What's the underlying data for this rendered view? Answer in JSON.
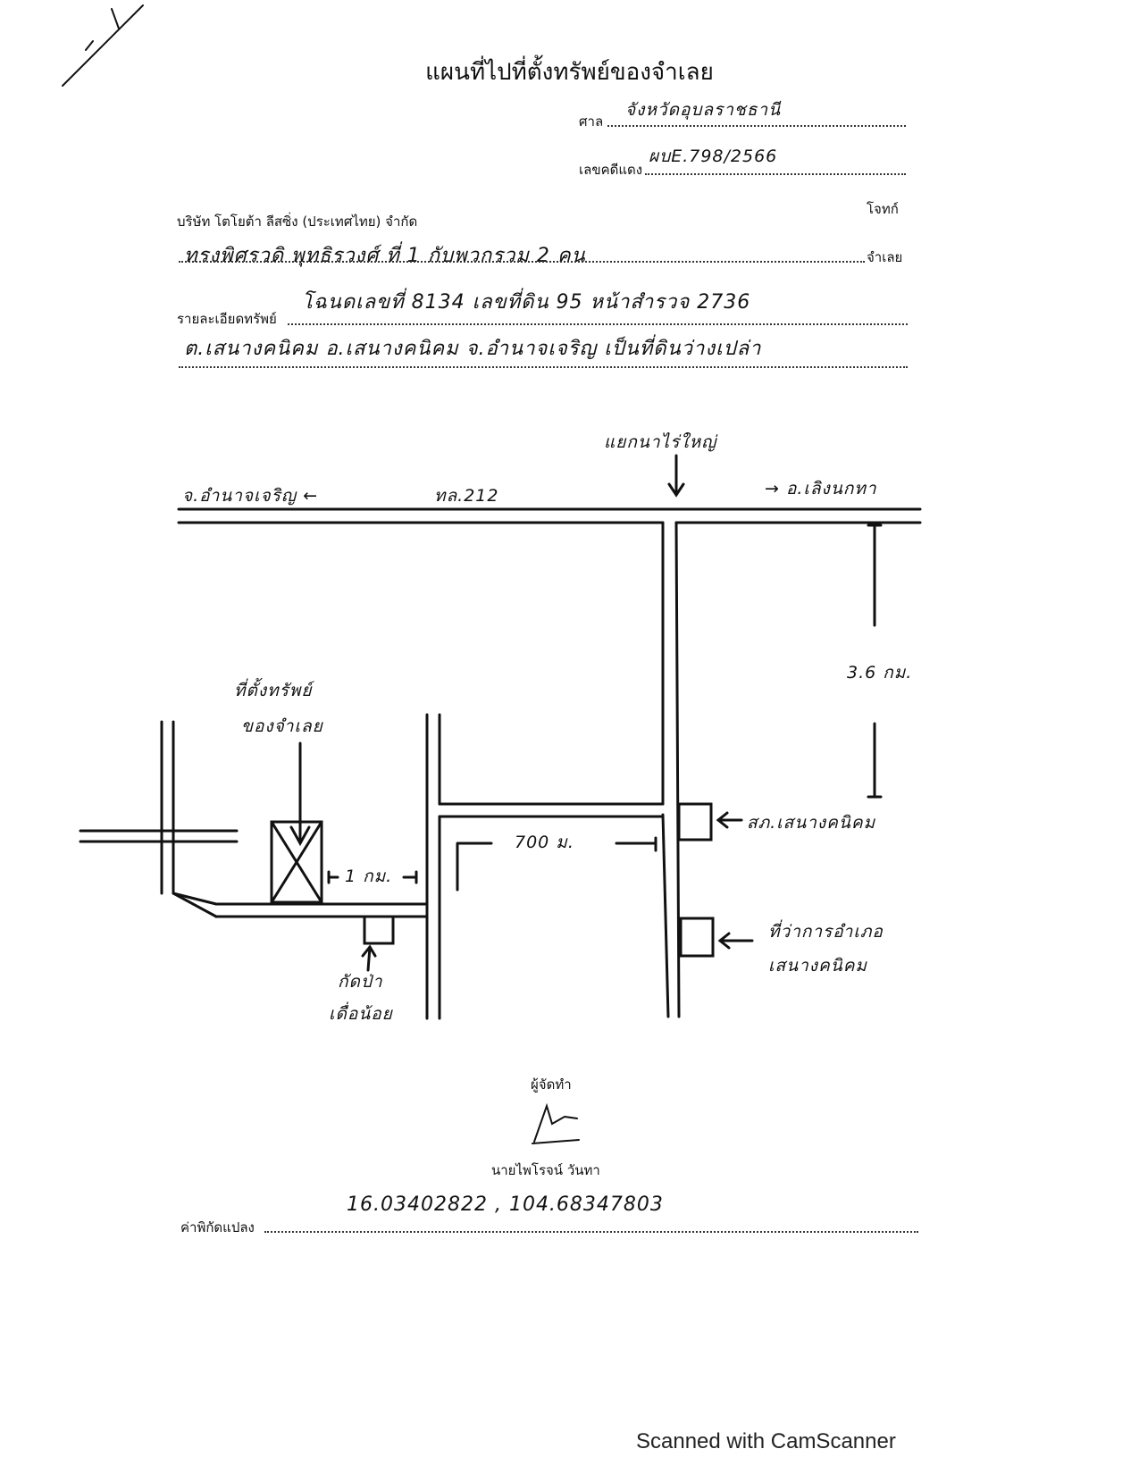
{
  "header": {
    "title": "แผนที่ไปที่ตั้งทรัพย์ของจำเลย",
    "court_label": "ศาล",
    "court_value": "จังหวัดอุบลราชธานี",
    "case_label": "เลขคดีแดง",
    "case_value": "ผบE.798/2566"
  },
  "parties": {
    "plaintiff_label": "โจทก์",
    "plaintiff_value": "บริษัท โตโยต้า ลีสซิ่ง (ประเทศไทย) จำกัด",
    "defendant_label": "จำเลย",
    "defendant_value": "ทรงพิศรวดิ พุทธิรวงศ์ ที่ 1 กับพวกรวม 2 คน"
  },
  "property": {
    "label": "รายละเอียดทรัพย์",
    "line1": "โฉนดเลขที่ 8134 เลขที่ดิน 95 หน้าสำรวจ 2736",
    "line2": "ต.เสนางคนิคม อ.เสนางคนิคม จ.อำนาจเจริญ เป็นที่ดินว่างเปล่า"
  },
  "map": {
    "junction": "แยกนาไร่ใหญ่",
    "west_dest": "จ.อำนาจเจริญ ←",
    "highway": "ทล.212",
    "east_dest": "→ อ.เลิงนกทา",
    "distance_main": "3.6 กม.",
    "property_label_1": "ที่ตั้งทรัพย์",
    "property_label_2": "ของจำเลย",
    "distance_1km": "1 กม.",
    "distance_700m": "700 ม.",
    "police_station": "สภ.เสนางคนิคม",
    "district_office_1": "ที่ว่าการอำเภอ",
    "district_office_2": "เสนางคนิคม",
    "shop_1": "กัดป่า",
    "shop_2": "เดื่อน้อย"
  },
  "signature": {
    "maker_label": "ผู้จัดทำ",
    "maker_name": "นายไพโรจน์ วันทา"
  },
  "coordinates": {
    "label": "ค่าพิกัดแปลง",
    "value": "16.03402822 , 104.68347803"
  },
  "footer": {
    "watermark": "Scanned with CamScanner"
  }
}
